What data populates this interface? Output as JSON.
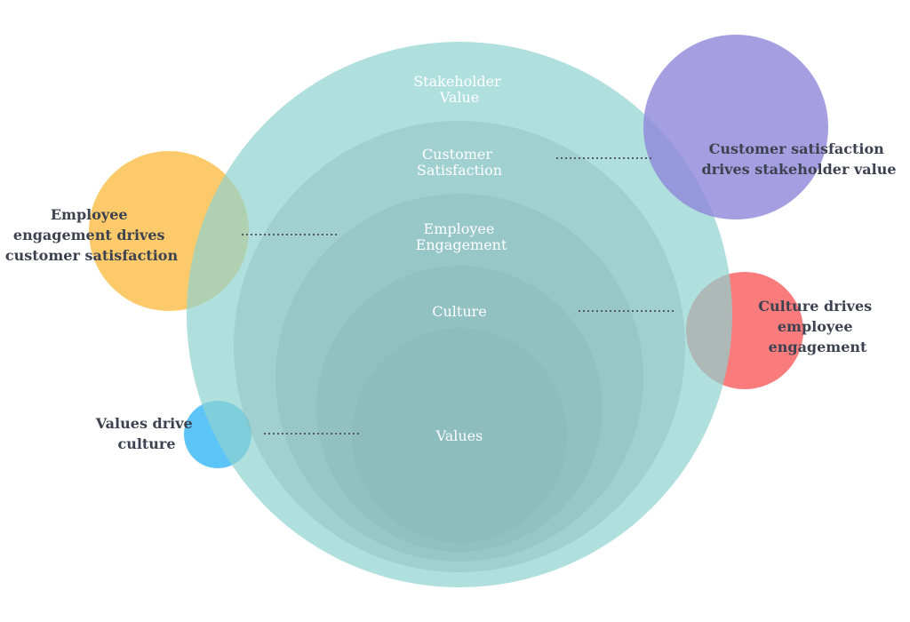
{
  "colors": {
    "background": "#ffffff",
    "stakeholder_ring": "#8fd3d0",
    "nested_ring": "#8ab8b8",
    "accent_orange": "#fcb83a",
    "accent_purple": "#8e87d9",
    "accent_red": "#f85a5a",
    "accent_blue": "#35b5f5",
    "inner_text": "#ffffff",
    "side_text": "#3d4250"
  },
  "rings": [
    {
      "id": "stakeholder-value",
      "lines": [
        "Stakeholder",
        "Value"
      ]
    },
    {
      "id": "customer-satisfaction",
      "lines": [
        "Customer",
        "Satisfaction"
      ]
    },
    {
      "id": "employee-engagement",
      "lines": [
        "Employee",
        "Engagement"
      ]
    },
    {
      "id": "culture",
      "lines": [
        "Culture"
      ]
    },
    {
      "id": "values",
      "lines": [
        "Values"
      ]
    }
  ],
  "callouts": {
    "customer_satisfaction": {
      "lines": [
        "Customer satisfaction",
        "drives stakeholder value"
      ],
      "color_key": "accent_purple"
    },
    "employee_engagement": {
      "lines": [
        "Employee",
        "engagement drives",
        "customer satisfaction"
      ],
      "color_key": "accent_orange"
    },
    "culture": {
      "lines": [
        "Culture drives",
        "employee",
        "engagement"
      ],
      "color_key": "accent_red"
    },
    "values": {
      "lines": [
        "Values drive",
        "culture"
      ],
      "color_key": "accent_blue"
    }
  }
}
